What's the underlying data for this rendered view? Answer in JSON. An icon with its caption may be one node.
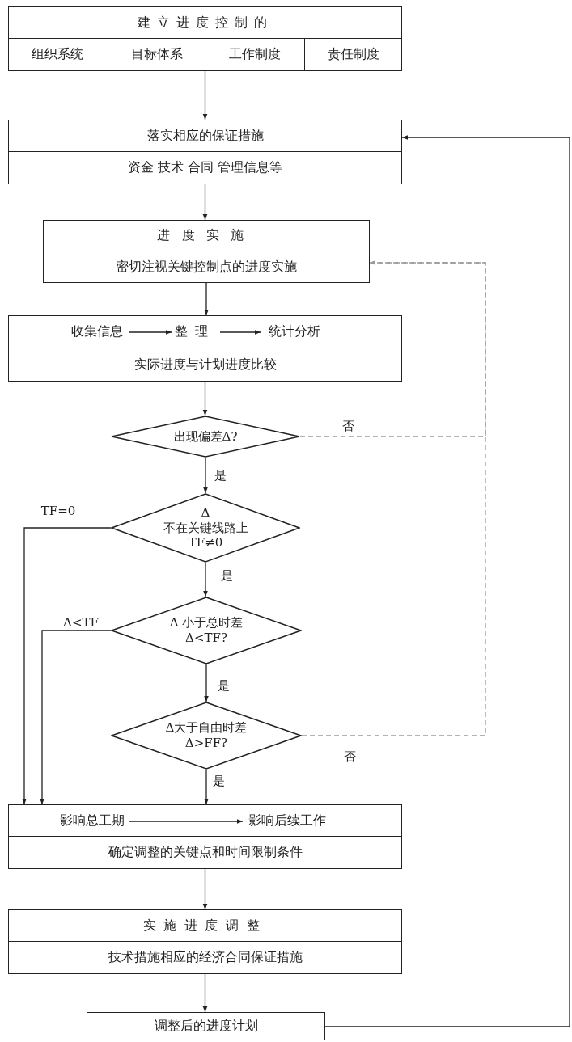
{
  "diagram": {
    "nodes": [
      {
        "text": [
          "建立进度控制的"
        ]
      },
      {
        "text": [
          "组织系统"
        ],
        "in": 0
      },
      {
        "text": [
          "目标体系",
          "工作制度"
        ],
        "in": 0
      },
      {
        "text": [
          "责任制度"
        ],
        "in": 0
      },
      {
        "text": [
          "落实相应的保证措施",
          "资金 技术 合同 管理信息等"
        ]
      },
      {
        "text": [
          "进度实施",
          "密切注视关键控制点的进度实施"
        ]
      },
      {
        "text": [
          "实际进度与计划进度比较"
        ]
      },
      {
        "text": [
          "收集信息"
        ],
        "in": 6
      },
      {
        "text": [
          "整理"
        ],
        "in": 6
      },
      {
        "text": [
          "统计分析"
        ],
        "in": 6
      },
      {
        "text": [
          "出现偏差Δ?"
        ]
      },
      {
        "text": [
          "Δ 不在关键线路上 TF≠0"
        ]
      },
      {
        "text": [
          "Δ 小于总时差 Δ<TF?"
        ]
      },
      {
        "text": [
          "Δ大于自由时差 Δ>FF?"
        ]
      },
      {
        "text": [
          "确定调整的关键点和时间限制条件"
        ]
      },
      {
        "text": [
          "影响总工期"
        ],
        "in": 14
      },
      {
        "text": [
          "影响后续工作"
        ],
        "in": 14
      },
      {
        "text": [
          "实施进度调整",
          "技术措施相应的经济合同保证措施"
        ]
      },
      {
        "text": [
          "调整后的进度计划"
        ]
      }
    ],
    "edges": [
      {
        "from": 0,
        "to": 4,
        "arrow": "to"
      },
      {
        "from": 4,
        "to": 5,
        "arrow": "to"
      },
      {
        "from": 5,
        "to": 6,
        "arrow": "to"
      },
      {
        "from": 7,
        "to": 8,
        "arrow": "to"
      },
      {
        "from": 8,
        "to": 9,
        "arrow": "to"
      },
      {
        "from": 6,
        "to": 10,
        "arrow": "to"
      },
      {
        "from": 10,
        "to": 11,
        "arrow": "to",
        "label": "是"
      },
      {
        "from": 10,
        "to": 5,
        "arrow": "to",
        "label": "否",
        "style": "dashed",
        "color": "#999999"
      },
      {
        "from": 11,
        "to": 12,
        "arrow": "to",
        "label": "是"
      },
      {
        "from": 11,
        "to": 14,
        "arrow": "to",
        "label": "TF=0"
      },
      {
        "from": 12,
        "to": 13,
        "arrow": "to",
        "label": "是"
      },
      {
        "from": 12,
        "to": 14,
        "arrow": "to",
        "label": "Δ<TF"
      },
      {
        "from": 13,
        "to": 14,
        "arrow": "to",
        "label": "是"
      },
      {
        "from": 13,
        "to": 5,
        "arrow": "to",
        "label": "否",
        "style": "dashed",
        "color": "#999999"
      },
      {
        "from": 15,
        "to": 16,
        "arrow": "to"
      },
      {
        "from": 14,
        "to": 17,
        "arrow": "to"
      },
      {
        "from": 17,
        "to": 18,
        "arrow": "to"
      },
      {
        "from": 18,
        "to": 4,
        "arrow": "to"
      }
    ]
  }
}
